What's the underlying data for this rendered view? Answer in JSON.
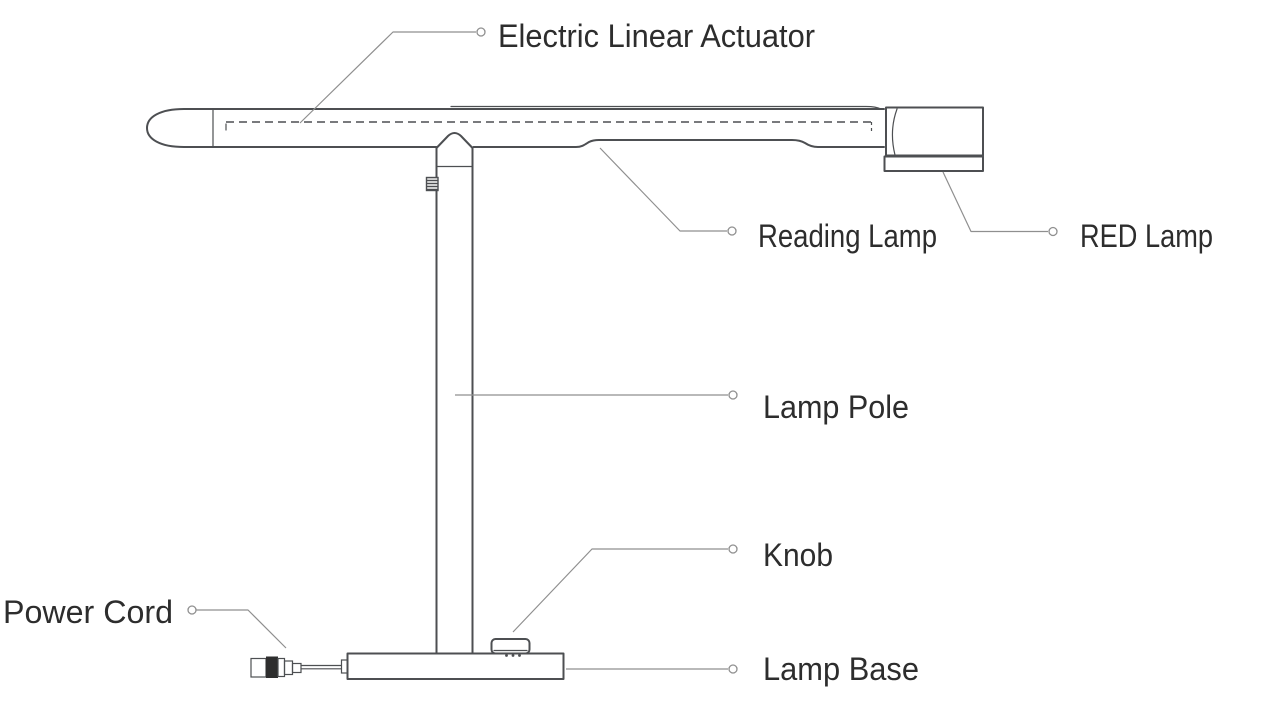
{
  "diagram": {
    "type": "labeled-parts-diagram",
    "subject": "desk-lamp-side-view",
    "colors": {
      "background": "#ffffff",
      "outline": "#4d4f52",
      "leader": "#8f8f8f",
      "text": "#2d2d2d",
      "plug_band": "#2e2e2e"
    },
    "labels": {
      "actuator": "Electric Linear Actuator",
      "reading_lamp": "Reading Lamp",
      "red_lamp": "RED Lamp",
      "lamp_pole": "Lamp Pole",
      "knob": "Knob",
      "power_cord": "Power Cord",
      "lamp_base": "Lamp Base"
    }
  }
}
